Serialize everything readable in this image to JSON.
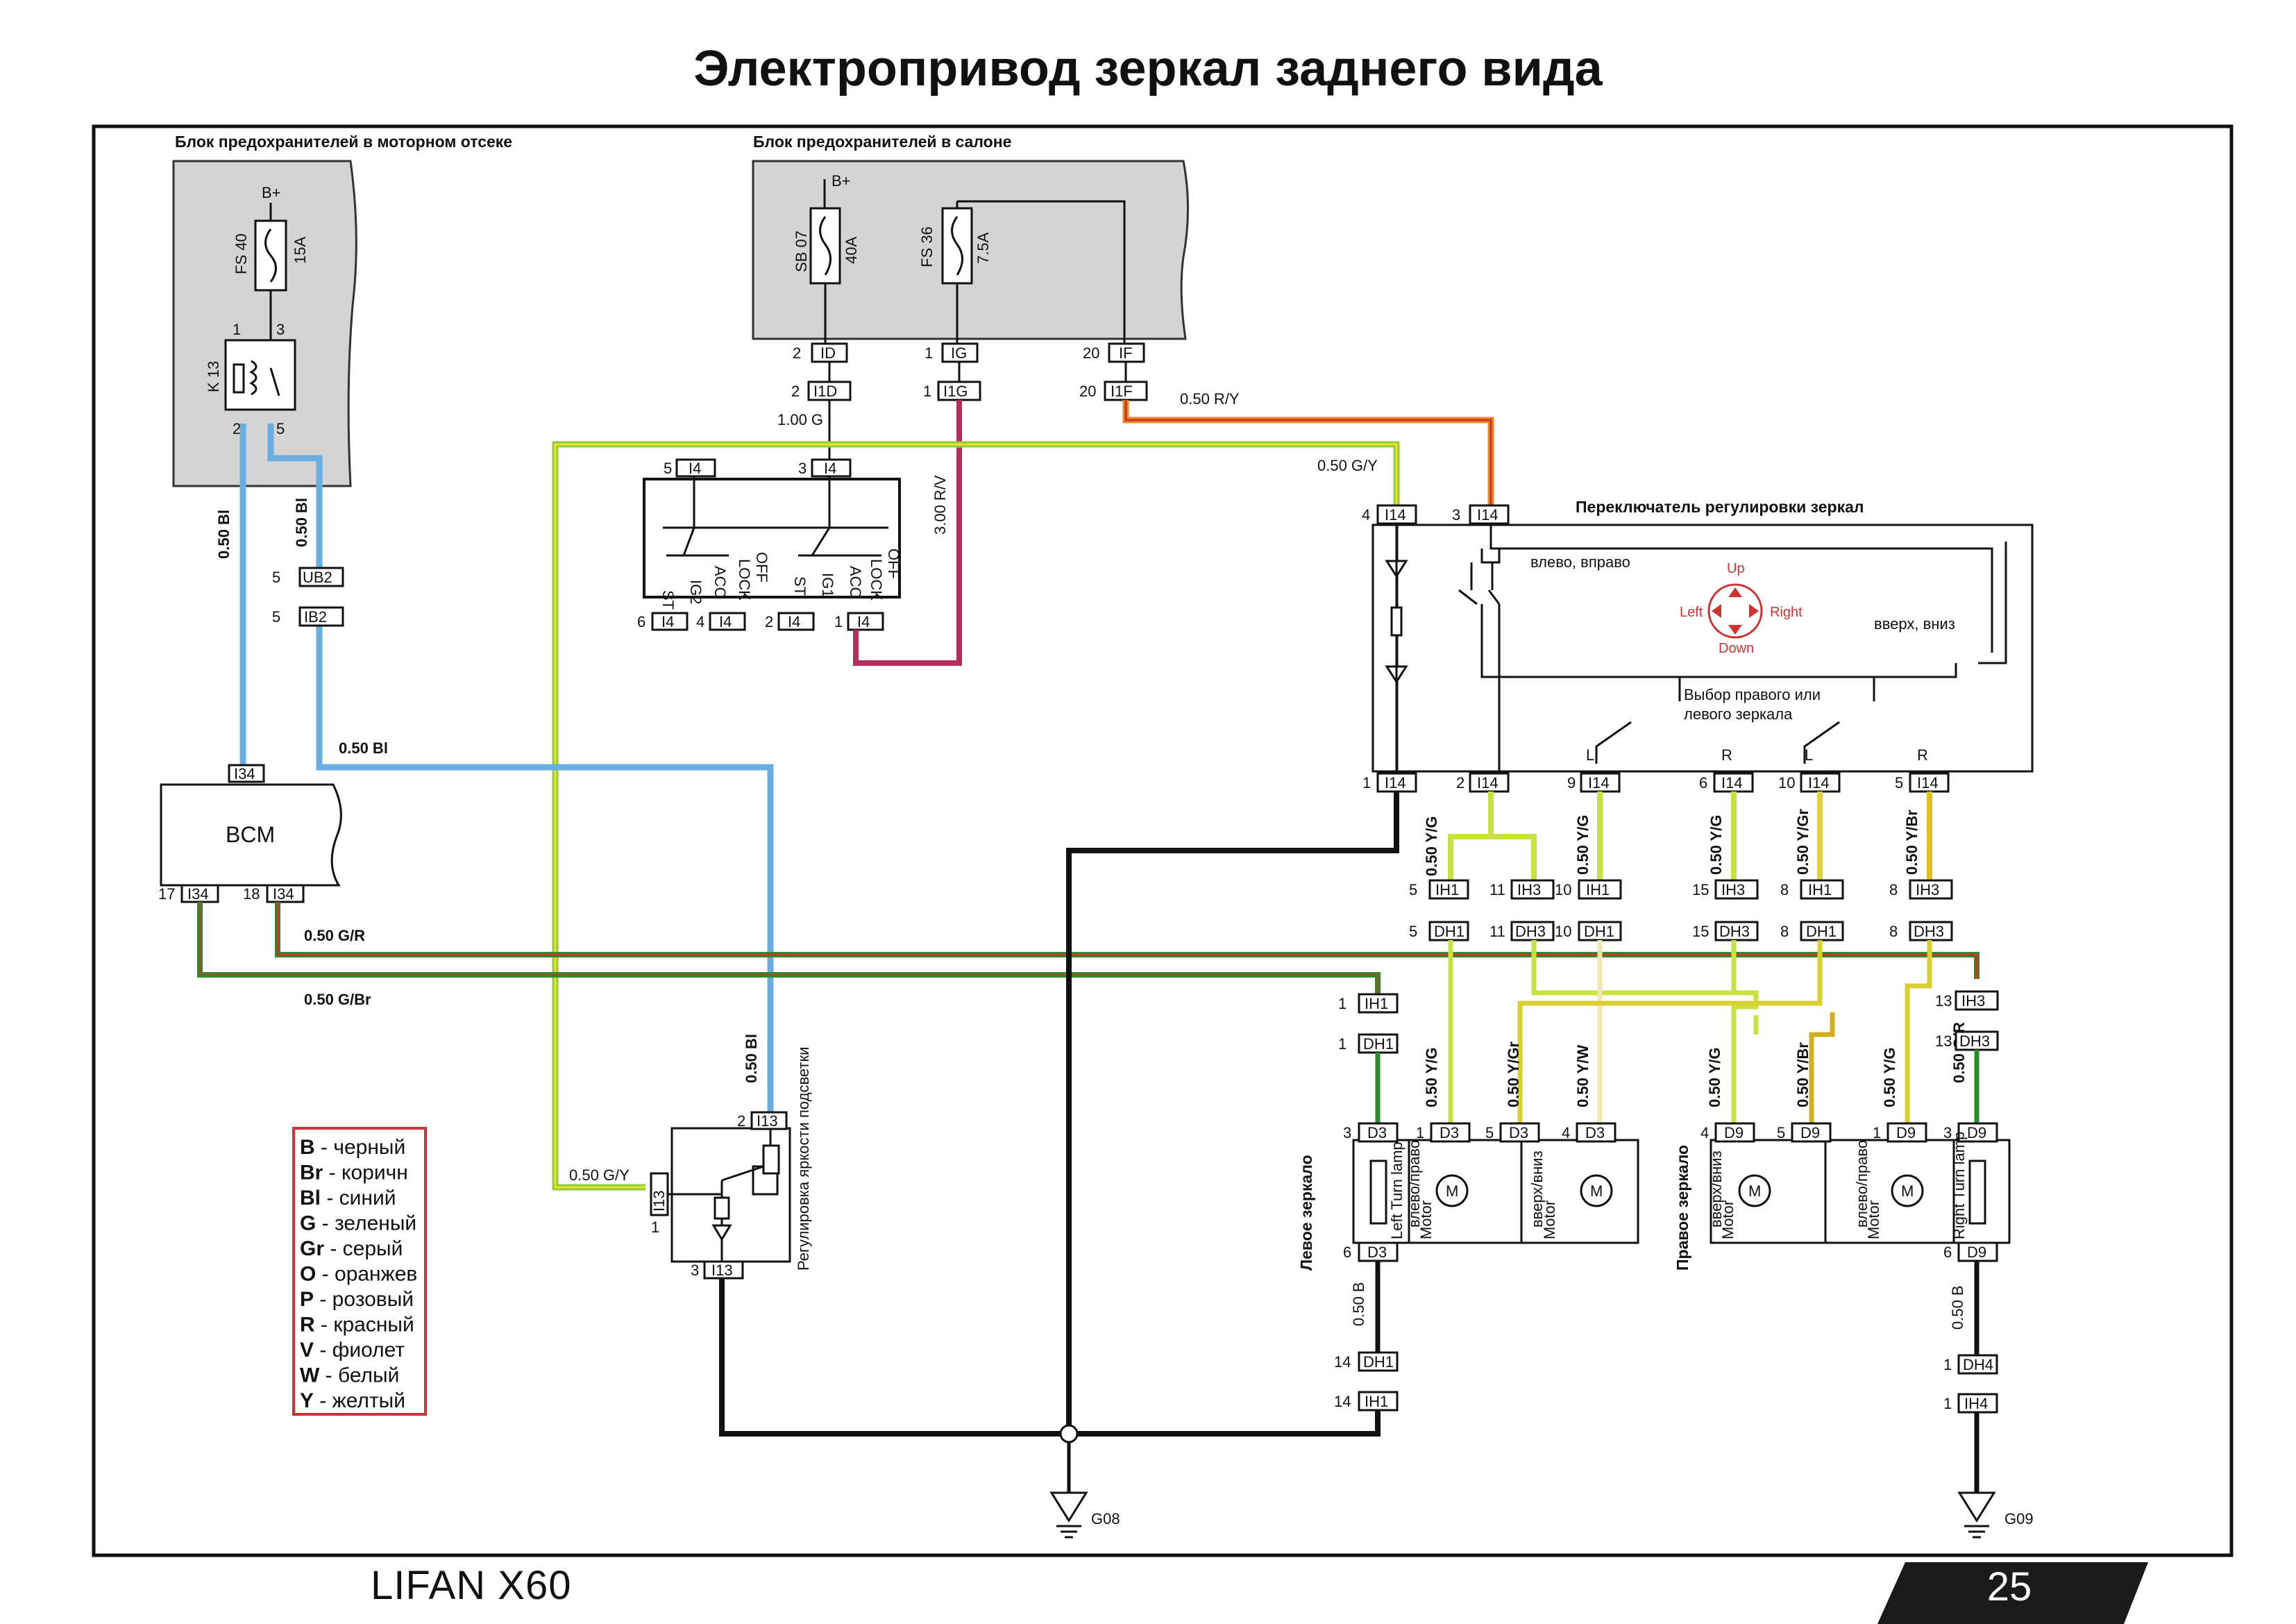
{
  "title": "Электропривод зеркал заднего вида",
  "footer": {
    "model": "LIFAN X60",
    "page": "25"
  },
  "blocks": {
    "engine_fuse_box": "Блок предохранителей в моторном отсеке",
    "cabin_fuse_box": "Блок предохранителей в салоне",
    "mirror_switch": "Переключатель регулировки зеркал",
    "bcm": "BCM",
    "dimmer": "Регулировка яркости подсветки",
    "left_mirror": "Левое зеркало",
    "right_mirror": "Правое зеркало"
  },
  "fuses": {
    "bplus": "B+",
    "fs40": "FS 40",
    "fs40_amp": "15A",
    "sb07": "SB 07",
    "sb07_amp": "40A",
    "fs36": "FS 36",
    "fs36_amp": "7.5A",
    "k13": "K 13"
  },
  "connectors": {
    "ID": "ID",
    "IG": "IG",
    "IF": "IF",
    "I1D": "I1D",
    "I1G": "I1G",
    "I1F": "I1F",
    "I4": "I4",
    "UB2": "UB2",
    "IB2": "IB2",
    "I34": "I34",
    "I14": "I14",
    "I13": "I13",
    "IH1": "IH1",
    "IH3": "IH3",
    "DH1": "DH1",
    "DH3": "DH3",
    "D3": "D3",
    "D9": "D9",
    "DH4": "DH4",
    "IH4": "IH4"
  },
  "pins": {
    "p1": "1",
    "p2": "2",
    "p3": "3",
    "p4": "4",
    "p5": "5",
    "p6": "6",
    "p8": "8",
    "p9": "9",
    "p10": "10",
    "p11": "11",
    "p13": "13",
    "p14": "14",
    "p15": "15",
    "p17": "17",
    "p18": "18",
    "p20": "20"
  },
  "wires": {
    "w_100g": "1.00  G",
    "w_050ry": "0.50  R/Y",
    "w_300rv": "3.00  R/V",
    "w_050gy": "0.50  G/Y",
    "w_050bl": "0.50  Bl",
    "w_050gr": "0.50  G/R",
    "w_050gbr": "0.50  G/Br",
    "w_050b": "0.50  B",
    "w_050yg": "0.50  Y/G",
    "w_050ygr": "0.50  Y/Gr",
    "w_050ybr": "0.50  Y/Br",
    "w_050yw": "0.50  Y/W"
  },
  "ignition": {
    "off": "OFF",
    "lock": "LOCK",
    "acc": "ACC",
    "ig1": "IG1",
    "ig2": "IG2",
    "st": "ST"
  },
  "switch_labels": {
    "left_right": "влево, вправо",
    "up_down": "вверх, вниз",
    "select": "Выбор правого или",
    "select2": "левого зеркала",
    "up": "Up",
    "down": "Down",
    "left": "Left",
    "right": "Right",
    "L": "L",
    "R": "R"
  },
  "mirror_labels": {
    "left_turn": "Left Turn lamp",
    "right_turn": "Right Turn lamp",
    "lr": "влево/право",
    "ud": "вверх/вниз",
    "motor": "Motor",
    "m": "M"
  },
  "grounds": {
    "g08": "G08",
    "g09": "G09"
  },
  "legend": [
    {
      "code": "B",
      "name": "- черный"
    },
    {
      "code": "Br",
      "name": "- коричн"
    },
    {
      "code": "Bl",
      "name": "- синий"
    },
    {
      "code": "G",
      "name": "- зеленый"
    },
    {
      "code": "Gr",
      "name": "- серый"
    },
    {
      "code": "O",
      "name": "- оранжев"
    },
    {
      "code": "P",
      "name": "- розовый"
    },
    {
      "code": "R",
      "name": "- красный"
    },
    {
      "code": "V",
      "name": "- фиолет"
    },
    {
      "code": "W",
      "name": "- белый"
    },
    {
      "code": "Y",
      "name": "- желтый"
    }
  ],
  "colors": {
    "blue": "#6aaee0",
    "green": "#2e8b2e",
    "lightgreen": "#8fcc45",
    "yellow": "#f0e020",
    "orange": "#e8862a",
    "red": "#cc3322",
    "violet": "#b0305a",
    "brown": "#8a5a2b",
    "black": "#111111",
    "accent_red": "#cc3333"
  }
}
